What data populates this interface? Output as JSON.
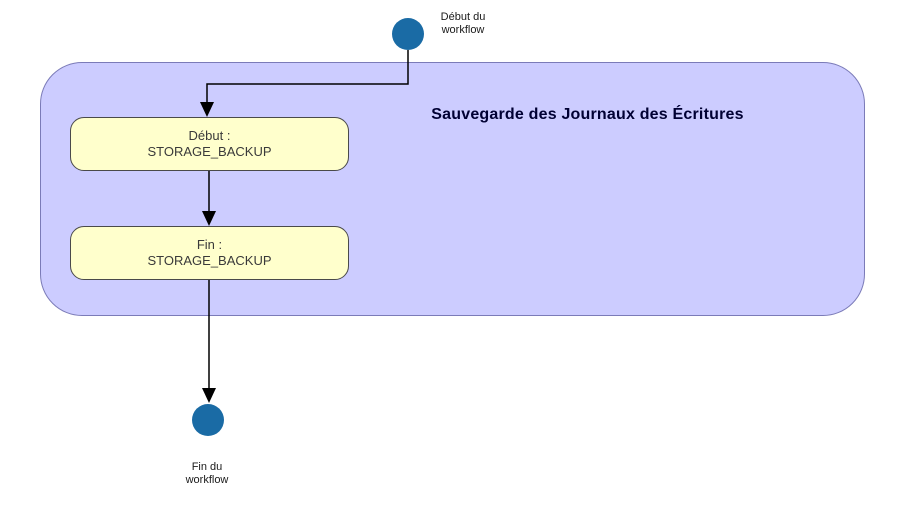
{
  "diagram": {
    "start": {
      "label": "Début du\nworkflow"
    },
    "group": {
      "title": "Sauvegarde des Journaux des Écritures"
    },
    "tasks": [
      {
        "line1": "Début :",
        "line2": "STORAGE_BACKUP"
      },
      {
        "line1": "Fin :",
        "line2": "STORAGE_BACKUP"
      }
    ],
    "end": {
      "label": "Fin du\nworkflow"
    },
    "colors": {
      "group_fill": "#ccccff",
      "group_border": "#7b7bb8",
      "task_fill": "#ffffcc",
      "task_border": "#4a4a4a",
      "node_fill": "#1a6ba5",
      "connector": "#000000",
      "title_text": "#000033"
    }
  }
}
